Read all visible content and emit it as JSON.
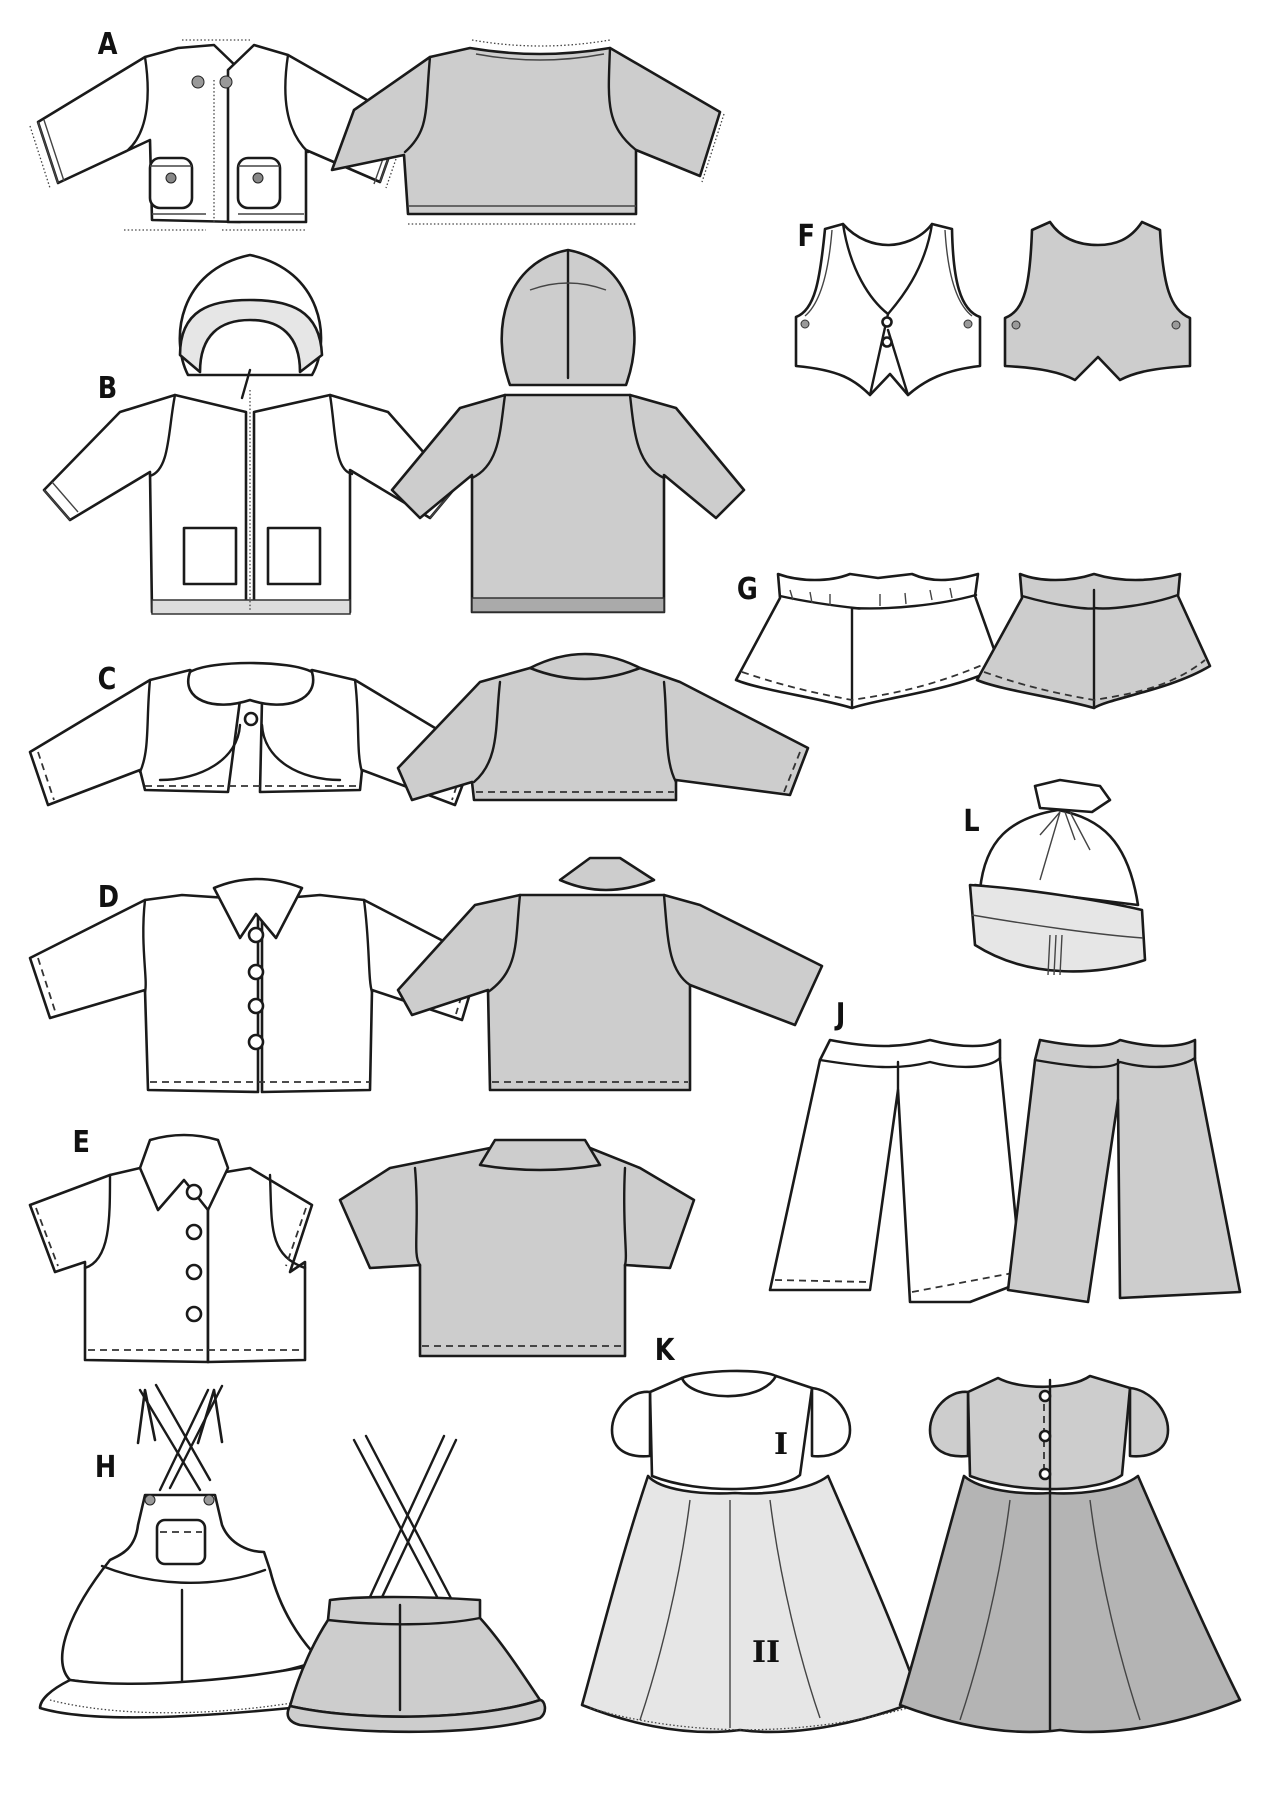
{
  "sheet": {
    "title": "Sewing pattern technical drawings (front and back views)",
    "background": "#ffffff",
    "colors": {
      "front_fill": "#ffffff",
      "back_fill": "#cdcdcd",
      "dress_front_skirt": "#e6e6e6",
      "dress_back_skirt": "#b4b4b4",
      "outline": "#1a1a1a"
    }
  },
  "views": [
    {
      "label": "A",
      "garment": "jacket with fringe trim and pockets",
      "views": [
        "front",
        "back"
      ]
    },
    {
      "label": "B",
      "garment": "hooded jacket with zipper and fur trim",
      "views": [
        "front",
        "back"
      ]
    },
    {
      "label": "C",
      "garment": "bolero jacket with round collar",
      "views": [
        "front",
        "back"
      ]
    },
    {
      "label": "D",
      "garment": "jacket with pointed collar and buttons",
      "views": [
        "front",
        "back"
      ]
    },
    {
      "label": "E",
      "garment": "short-sleeve shirt with collar",
      "views": [
        "front",
        "back"
      ]
    },
    {
      "label": "F",
      "garment": "vest",
      "views": [
        "front",
        "back"
      ]
    },
    {
      "label": "G",
      "garment": "elastic-waist skirt",
      "views": [
        "front",
        "back"
      ]
    },
    {
      "label": "H",
      "garment": "pinafore skirt with crossed straps and ruffle",
      "views": [
        "front",
        "back"
      ]
    },
    {
      "label": "J",
      "garment": "elastic-waist trousers",
      "views": [
        "front",
        "back"
      ]
    },
    {
      "label": "K",
      "garment": "dress with puff sleeves",
      "views": [
        "front",
        "back"
      ],
      "parts": [
        "I",
        "II"
      ]
    },
    {
      "label": "L",
      "garment": "drawstring hat with fur band",
      "views": [
        "front"
      ]
    }
  ],
  "labels": {
    "A": "A",
    "B": "B",
    "C": "C",
    "D": "D",
    "E": "E",
    "F": "F",
    "G": "G",
    "H": "H",
    "J": "J",
    "K": "K",
    "L": "L",
    "K_part1": "I",
    "K_part2": "II"
  }
}
